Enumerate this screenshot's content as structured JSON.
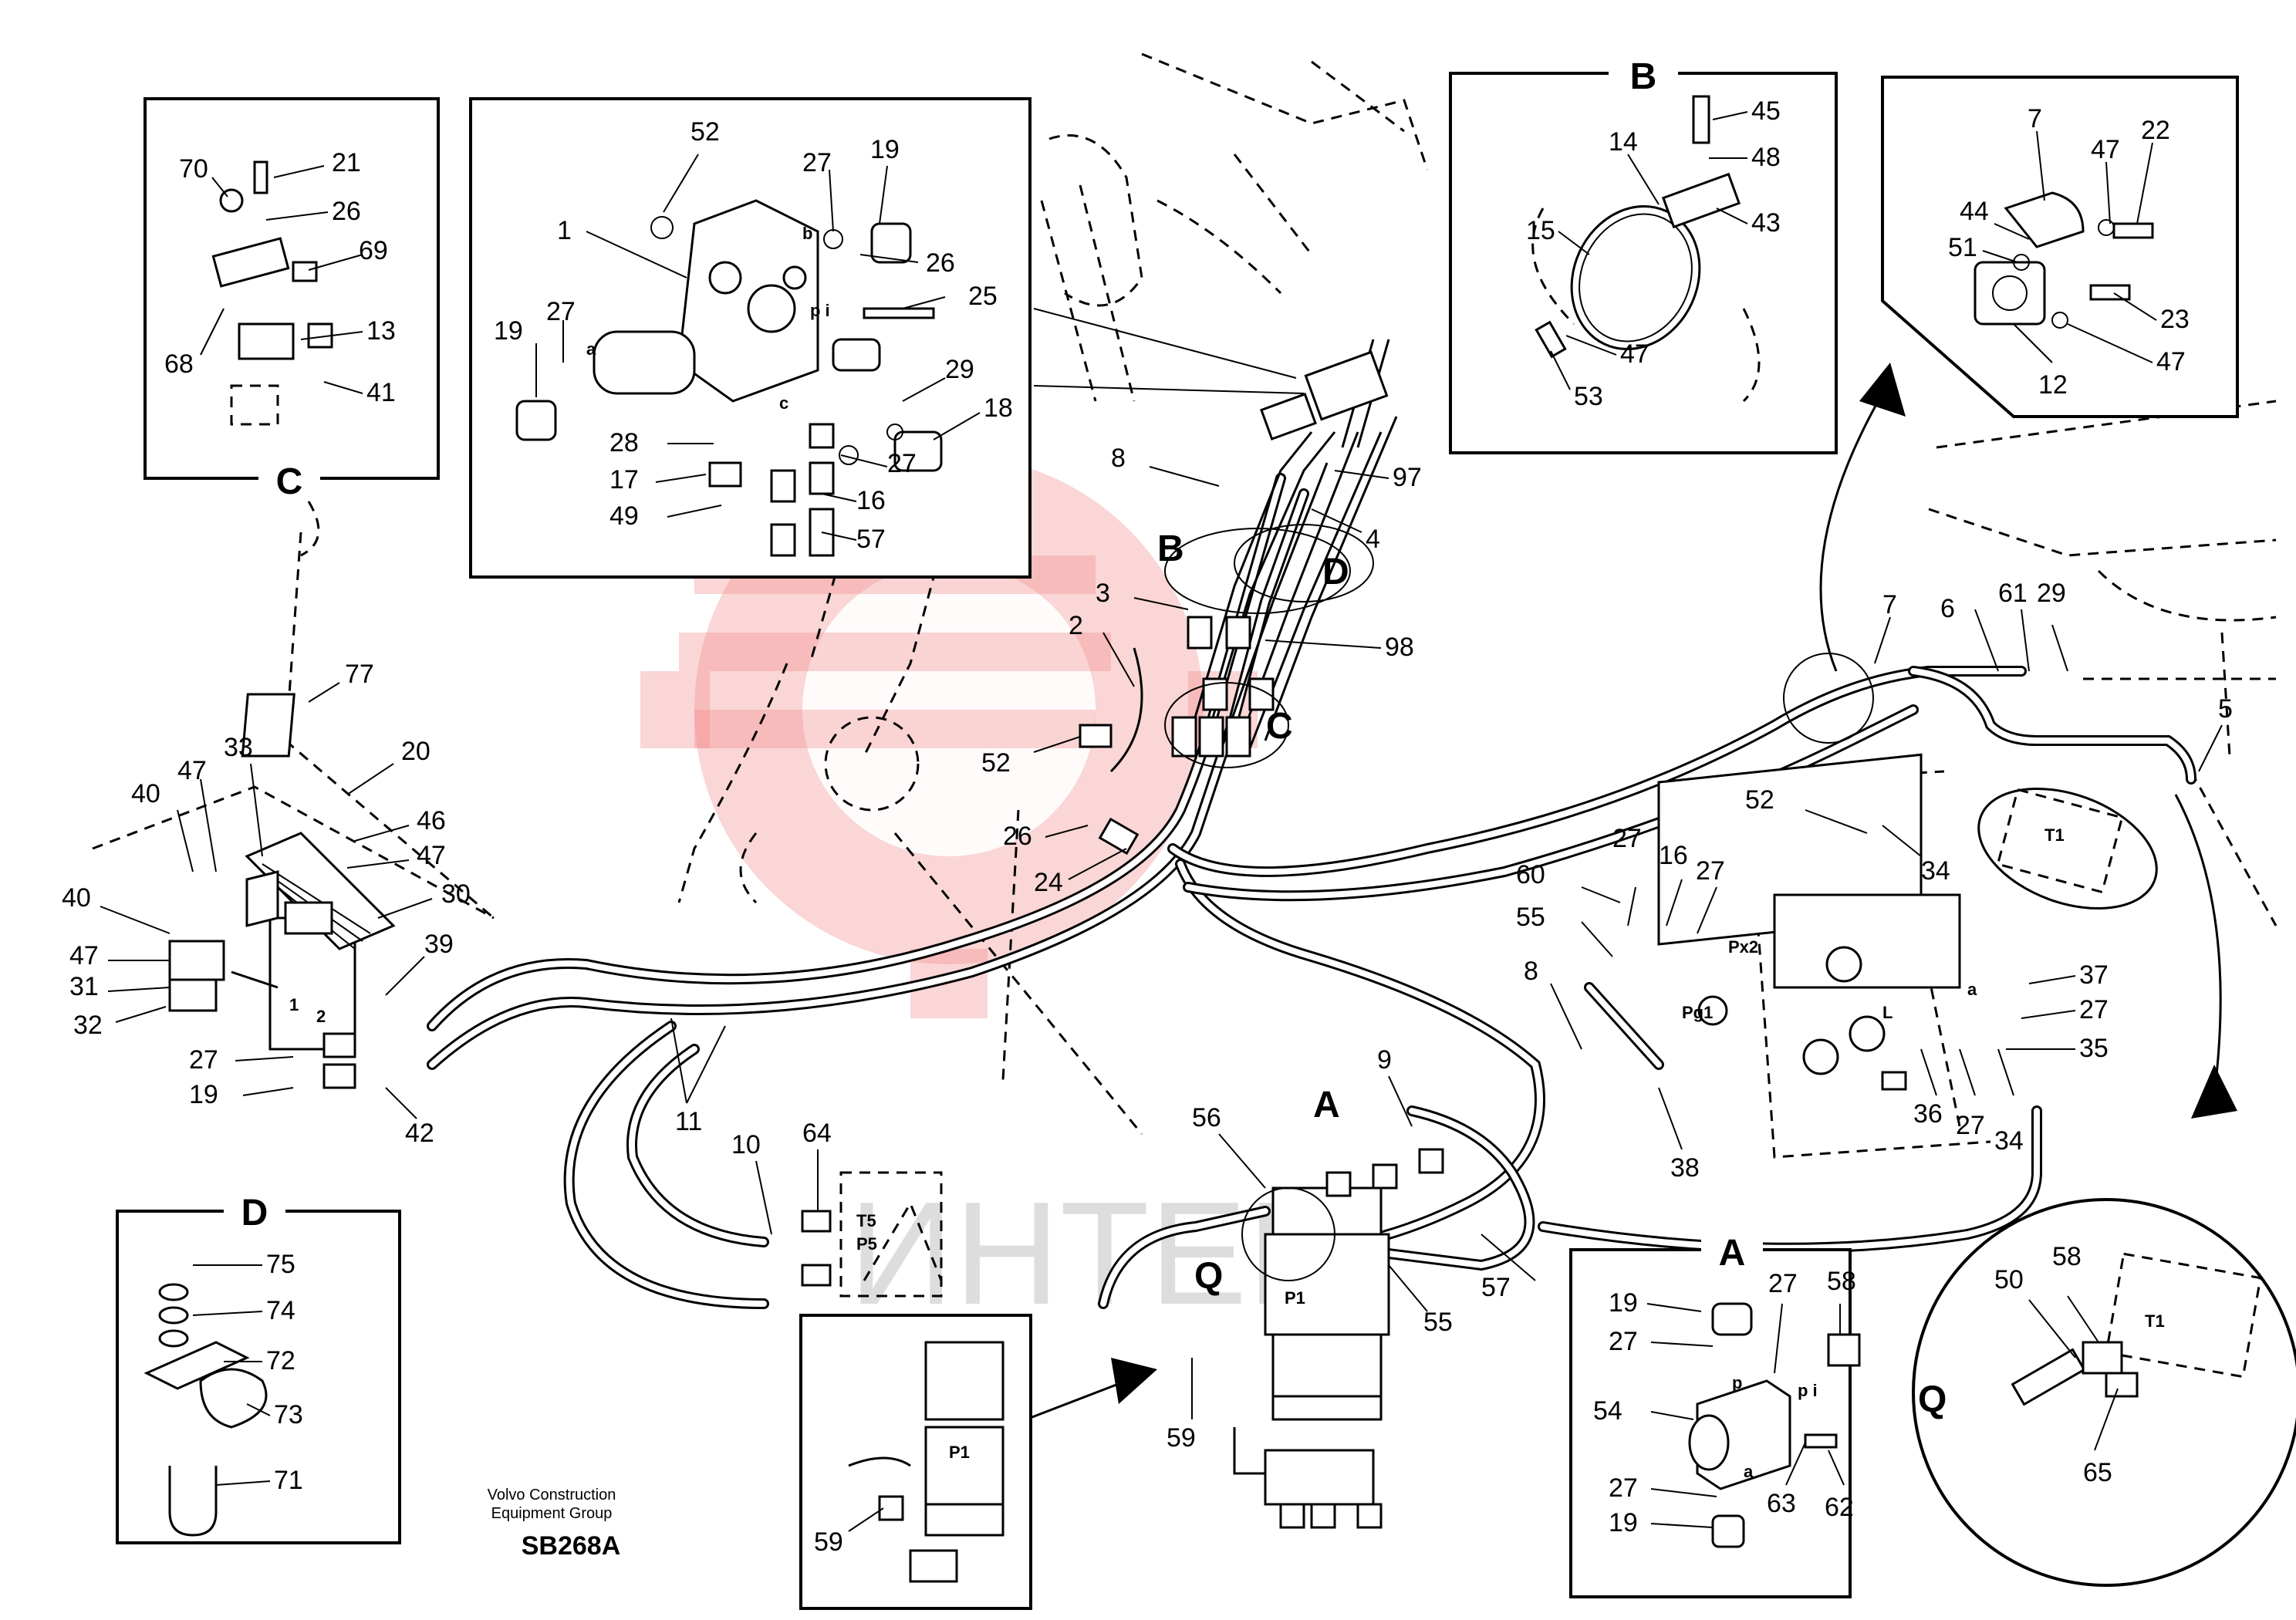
{
  "watermark": {
    "text": "ИНТЕК",
    "color": "#f08a8a"
  },
  "boxes": {
    "detail_C_title": "C",
    "detail_B_title": "B",
    "detail_D_title": "D",
    "detail_A_title": "A"
  },
  "main_callouts": {
    "B": "B",
    "D": "D",
    "C": "C",
    "A": "A",
    "Q": "Q",
    "Q2": "Q"
  },
  "port_marks": {
    "a": "a",
    "b": "b",
    "pi": "p i",
    "c": "c",
    "Px2": "Px2",
    "Pg1": "Pg1",
    "T1": "T1",
    "T1b": "T1",
    "T5": "T5",
    "P5": "P5",
    "P1": "P1",
    "P1b": "P1",
    "a2": "a",
    "p": "p",
    "pi2": "p i",
    "ped1": "1",
    "ped2": "2",
    "L": "L"
  },
  "part_numbers": {
    "p70": "70",
    "p21": "21",
    "p26a": "26",
    "p69": "69",
    "p68": "68",
    "p13": "13",
    "p41": "41",
    "p52a": "52",
    "p27a": "27",
    "p19a": "19",
    "p1": "1",
    "p26b": "26",
    "p25": "25",
    "p19b": "19",
    "p27b": "27",
    "p29a": "29",
    "p18": "18",
    "p28": "28",
    "p17": "17",
    "p27c": "27",
    "p16a": "16",
    "p49": "49",
    "p57a": "57",
    "p45": "45",
    "p48": "48",
    "p14": "14",
    "p15": "15",
    "p43": "43",
    "p47a": "47",
    "p53": "53",
    "p7a": "7",
    "p47b": "47",
    "p22": "22",
    "p44": "44",
    "p51": "51",
    "p23": "23",
    "p12": "12",
    "p47c": "47",
    "p8a": "8",
    "p97": "97",
    "p4": "4",
    "p3": "3",
    "p2": "2",
    "p98": "98",
    "p52b": "52",
    "p26c": "26",
    "p24": "24",
    "p7b": "7",
    "p6": "6",
    "p61": "61",
    "p29b": "29",
    "p5": "5",
    "p52c": "52",
    "p34a": "34",
    "p27d": "27",
    "p16b": "16",
    "p27e": "27",
    "p60": "60",
    "p55a": "55",
    "p8b": "8",
    "p37": "37",
    "p27f": "27",
    "p35": "35",
    "p36": "36",
    "p27g": "27",
    "p34b": "34",
    "p38": "38",
    "p77": "77",
    "p33": "33",
    "p20": "20",
    "p40a": "40",
    "p47d": "47",
    "p46": "46",
    "p47e": "47",
    "p30": "30",
    "p40b": "40",
    "p47f": "47",
    "p31": "31",
    "p32": "32",
    "p39": "39",
    "p27h": "27",
    "p19c": "19",
    "p42": "42",
    "p11": "11",
    "p10": "10",
    "p64": "64",
    "p9": "9",
    "p56": "56",
    "p57b": "57",
    "p55b": "55",
    "p59a": "59",
    "p75": "75",
    "p74": "74",
    "p72": "72",
    "p73": "73",
    "p71": "71",
    "p59b": "59",
    "p19d": "19",
    "p27i": "27",
    "p27j": "27",
    "p58a": "58",
    "p54": "54",
    "p63": "63",
    "p62": "62",
    "p27k": "27",
    "p19e": "19",
    "p50": "50",
    "p58b": "58",
    "p65": "65"
  },
  "footer": {
    "company_line1": "Volvo Construction",
    "company_line2": "Equipment Group",
    "code": "SB268A"
  }
}
